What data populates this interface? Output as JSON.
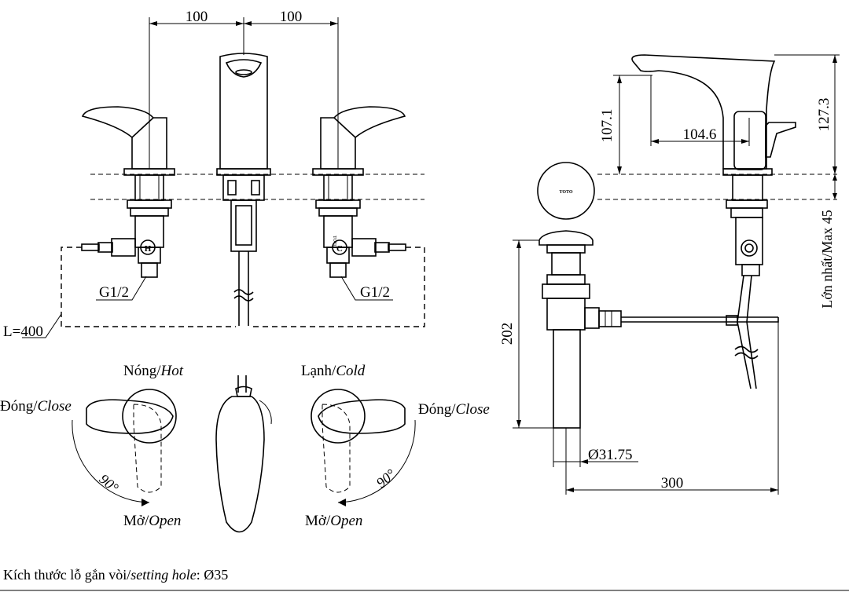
{
  "dimensions": {
    "spacing_left": "100",
    "spacing_right": "100",
    "hose_length": "L=400",
    "thread_left": "G1/2",
    "thread_right": "G1/2",
    "spout_height": "107.1",
    "spout_reach": "104.6",
    "total_height": "127.3",
    "max_thickness": "Lớn nhất/Max 45",
    "drain_length": "202",
    "drain_diameter": "Ø31.75",
    "rod_length": "300"
  },
  "handle_labels": {
    "hot_vi": "Nóng/",
    "hot_en": "Hot",
    "cold_vi": "Lạnh/",
    "cold_en": "Cold",
    "close_left_vi": "Đóng/",
    "close_left_en": "Close",
    "close_right_vi": "Đóng/",
    "close_right_en": "Close",
    "open_left_vi": "Mở/",
    "open_left_en": "Open",
    "open_right_vi": "Mở/",
    "open_right_en": "Open",
    "angle_left": "90°",
    "angle_right": "90°"
  },
  "part_markings": {
    "hot_marker": "H",
    "cold_marker": "C",
    "brand_cap": "TOTO",
    "brand_valve": "TOTO"
  },
  "footer": {
    "prefix": "Kích thước lỗ gắn vòi/",
    "italic": "setting hole",
    "suffix": ": Ø35"
  }
}
